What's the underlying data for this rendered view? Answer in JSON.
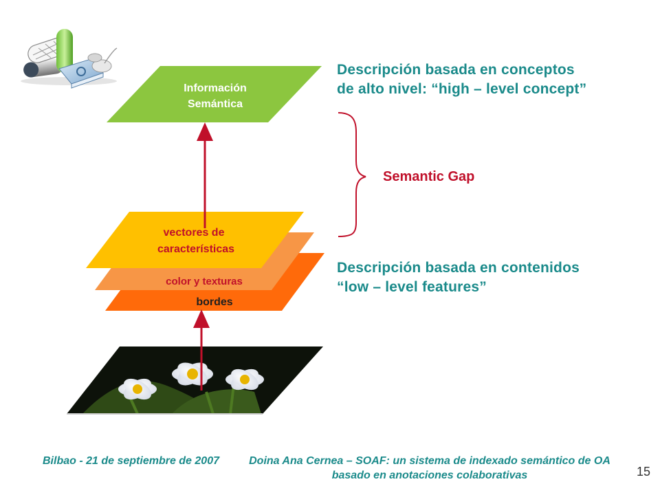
{
  "layers": {
    "semantic_info": {
      "line1": "Información",
      "line2": "Semántica",
      "color": "#8cc63f"
    },
    "feature_vectors": {
      "line1": "vectores de",
      "line2": "características",
      "color": "#ffc000"
    },
    "color_textures": {
      "label": "color y texturas",
      "color": "#f79646"
    },
    "edges": {
      "label": "bordes",
      "color": "#ff6a0a"
    }
  },
  "descriptions": {
    "high_level": {
      "line1": "Descripción basada en conceptos",
      "line2": "de alto nivel: “high – level concept”"
    },
    "low_level": {
      "line1": "Descripción basada en contenidos",
      "line2": "“low – level features”"
    }
  },
  "semantic_gap": {
    "label": "Semantic Gap",
    "color": "#c0102a"
  },
  "arrow_color": "#c0102a",
  "text_color": "#1a8a8a",
  "footer": {
    "left": "Bilbao - 21 de septiembre de 2007",
    "center": "Doina Ana Cernea – SOAF: un sistema de indexado semántico de OA basado en anotaciones colaborativas"
  },
  "page_number": "15",
  "icons": [
    "pills-book-logo-icon",
    "daisy-flowers-photo"
  ]
}
